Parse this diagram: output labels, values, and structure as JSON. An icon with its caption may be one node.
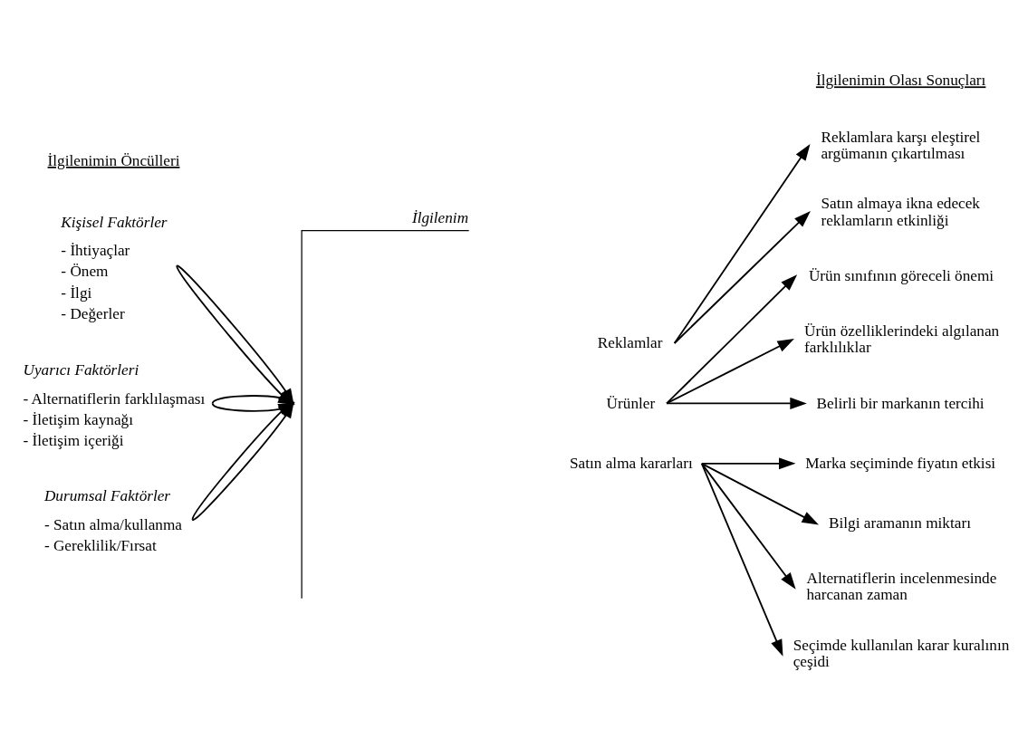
{
  "diagram": {
    "nodes": [
      {
        "text": [
          "Kişisel Faktörler",
          "- İhtiyaçlar",
          "- Önem",
          "- İlgi",
          "- Değerler"
        ]
      },
      {
        "text": [
          "Uyarıcı Faktörleri",
          "- Alternatiflerin farklılaşması",
          "- İletişim kaynağı",
          "- İletişim içeriği"
        ]
      },
      {
        "text": [
          "Durumsal Faktörler",
          "- Satın alma/kullanma",
          "- Gereklilik/Fırsat"
        ]
      },
      {
        "text": [
          "İlgilenim"
        ]
      },
      {
        "text": [
          "Reklamlar"
        ]
      },
      {
        "text": [
          "Ürünler"
        ]
      },
      {
        "text": [
          "Satın alma kararları"
        ]
      },
      {
        "text": [
          "Reklamlara karşı eleştirel argümanın çıkartılması"
        ]
      },
      {
        "text": [
          "Satın almaya ikna edecek reklamların etkinliği"
        ]
      },
      {
        "text": [
          "Ürün sınıfının göreceli önemi"
        ]
      },
      {
        "text": [
          "Ürün özelliklerindeki algılanan farklılıklar"
        ]
      },
      {
        "text": [
          "Belirli bir markanın tercihi"
        ]
      },
      {
        "text": [
          "Marka seçiminde fiyatın etkisi"
        ]
      },
      {
        "text": [
          "Bilgi aramanın miktarı"
        ]
      },
      {
        "text": [
          "Alternatiflerin incelenmesinde harcanan zaman"
        ]
      },
      {
        "text": [
          "Seçimde kullanılan karar kuralının çeşidi"
        ]
      }
    ],
    "edges": [
      {
        "from": 0,
        "to": 3,
        "arrow": "to"
      },
      {
        "from": 0,
        "to": 3,
        "arrow": "to"
      },
      {
        "from": 1,
        "to": 3,
        "arrow": "to"
      },
      {
        "from": 1,
        "to": 3,
        "arrow": "to"
      },
      {
        "from": 2,
        "to": 3,
        "arrow": "to"
      },
      {
        "from": 2,
        "to": 3,
        "arrow": "to"
      },
      {
        "from": 4,
        "to": 7,
        "arrow": "to"
      },
      {
        "from": 4,
        "to": 8,
        "arrow": "to"
      },
      {
        "from": 5,
        "to": 9,
        "arrow": "to"
      },
      {
        "from": 5,
        "to": 10,
        "arrow": "to"
      },
      {
        "from": 5,
        "to": 11,
        "arrow": "to"
      },
      {
        "from": 6,
        "to": 12,
        "arrow": "to"
      },
      {
        "from": 6,
        "to": 13,
        "arrow": "to"
      },
      {
        "from": 6,
        "to": 14,
        "arrow": "to"
      },
      {
        "from": 6,
        "to": 15,
        "arrow": "to"
      }
    ],
    "labels": [
      "İlgilenimin Öncülleri",
      "İlgilenimin Olası Sonuçları"
    ]
  }
}
